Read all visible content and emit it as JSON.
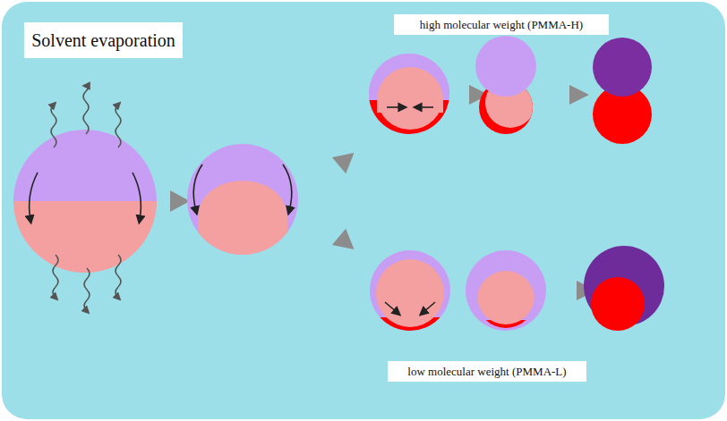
{
  "diagram": {
    "nodes": [
      {
        "text": [
          "Solvent evaporation"
        ]
      },
      {
        "text": [
          "high molecular weight (PMMA-H)"
        ]
      },
      {
        "text": [
          "low molecular weight (PMMA-L)"
        ]
      }
    ]
  }
}
